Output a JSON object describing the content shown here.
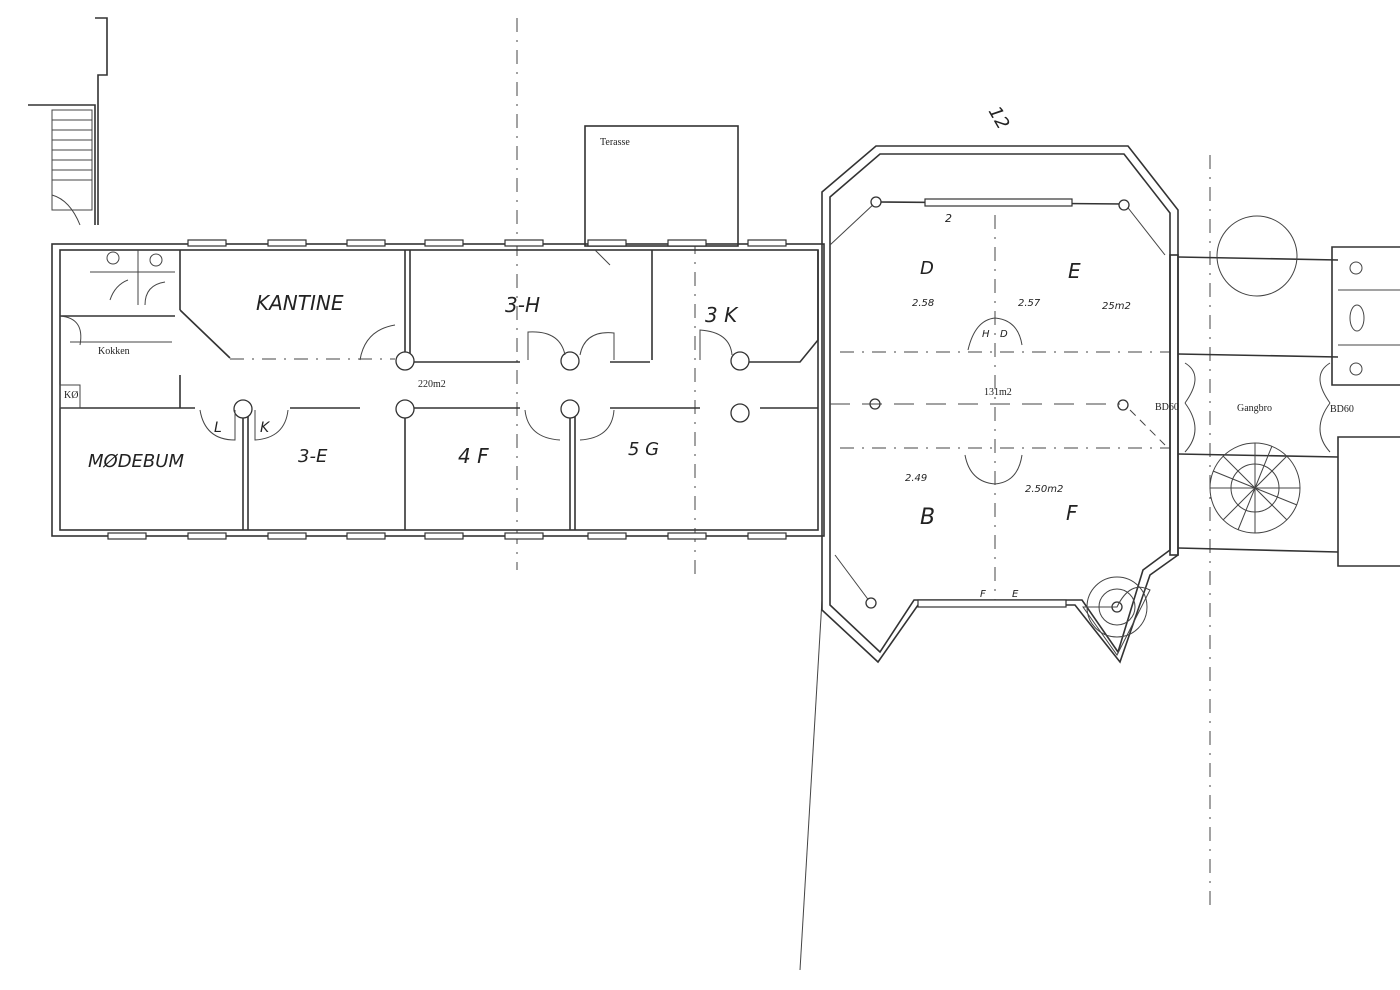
{
  "plan": {
    "printed_labels": {
      "terrace": "Terasse",
      "kitchen": "Kokken",
      "ko": "KØ",
      "area_west": "220m2",
      "area_east": "131m2",
      "door_west": "BD60",
      "walkway": "Gangbro",
      "door_east": "BD60"
    },
    "handwritten_labels": {
      "building_no": "12",
      "canteen": "KANTINE",
      "room_3h": "3-H",
      "room_3k": "3 K",
      "meeting_room": "MØDEBUM",
      "room_3e": "3-E",
      "room_4f": "4 F",
      "room_5g": "5 G",
      "room_d": "D",
      "room_e": "E",
      "room_b": "B",
      "room_f": "F",
      "door_l": "L",
      "door_k": "K",
      "door_h": "H",
      "door_d": "D",
      "letter_f": "F",
      "letter_e": "E",
      "window_2": "2",
      "area_d": "2.58",
      "area_e1": "2.57",
      "area_e2": "25m2",
      "area_b": "2.49",
      "area_f": "2.50m2"
    }
  }
}
